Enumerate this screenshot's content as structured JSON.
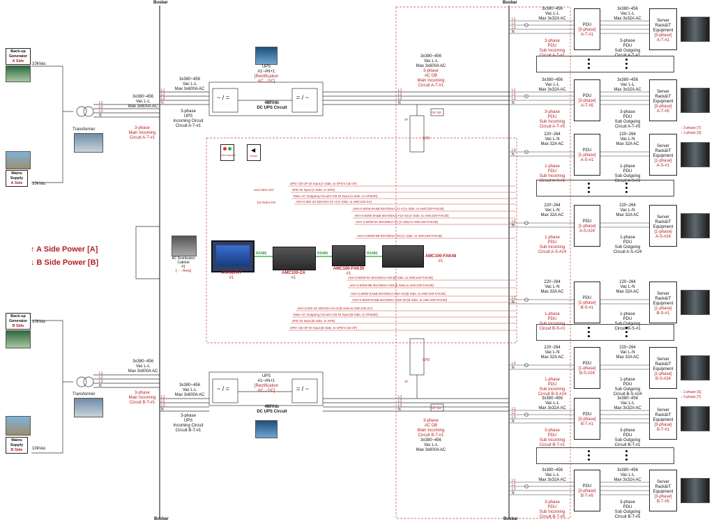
{
  "busbar": "Busbar",
  "legend": {
    "a": "↑ A Side Power [A]",
    "b": "↓ B Side Power [B]"
  },
  "phase_l1": "L1",
  "phase_l2": "L2",
  "phase_l3": "L3",
  "phase_n": "N",
  "a_side": {
    "generator": {
      "line1": "Back-up",
      "line2": "Generator",
      "side": "A Side",
      "voltage": "10kVac"
    },
    "mains": {
      "line1": "Mains",
      "line2": "Supply",
      "side": "A Side",
      "voltage": "10kVac"
    },
    "transformer": "Transformer",
    "main_rating": {
      "line1": "3x380~456",
      "line2": "Vac L-L",
      "line3": "Max 3x800A AC"
    },
    "main_circuit": {
      "line1": "3-phase",
      "line2": "Main Incoming",
      "line3": "Circuit A-T-#1"
    },
    "ups_rating": {
      "line1": "3x380~456",
      "line2": "Vac L-L",
      "line3": "Max 3x600A AC"
    },
    "ups_circuit": {
      "line1": "3-phase",
      "line2": "UPS",
      "line3": "Incoming Circuit",
      "line4": "Circuit A-T-#1"
    },
    "ups": {
      "line1": "UPS",
      "line2": "#1~#N+1",
      "line3": "[Rectification",
      "line4": "AC→DC]"
    },
    "dc": {
      "line1": "480Vdc",
      "line2": "DC UPS Circuit"
    },
    "acdb": {
      "line1": "3x380~456",
      "line2": "Vac L-L",
      "line3": "Max 3x600A AC",
      "line4": "3-phase",
      "line5": "AC DB",
      "line6": "Main Incoming",
      "line7": "Circuit A-T-#1"
    }
  },
  "b_side": {
    "generator": {
      "line1": "Back-up",
      "line2": "Generator",
      "side": "B Side",
      "voltage": "10kVac"
    },
    "mains": {
      "line1": "Mains",
      "line2": "Supply",
      "side": "B Side",
      "voltage": "10kVac"
    },
    "transformer": "Transformer",
    "main_rating": {
      "line1": "3x380~456",
      "line2": "Vac L-L",
      "line3": "Max 3x800A AC"
    },
    "main_circuit": {
      "line1": "3-phase",
      "line2": "Main Incoming",
      "line3": "Circuit B-T-#1"
    },
    "ups_rating": {
      "line1": "3x380~456",
      "line2": "Vac L-L",
      "line3": "Max 3x600A AC"
    },
    "ups_circuit": {
      "line1": "3-phase",
      "line2": "UPS",
      "line3": "Incoming Circuit",
      "line4": "Circuit B-T-#1"
    },
    "ups": {
      "line1": "UPS",
      "line2": "#1~#N+1",
      "line3": "[Rectification",
      "line4": "AC→DC]"
    },
    "dc": {
      "line1": "480Vdc",
      "line2": "DC UPS Circuit"
    },
    "acdb": {
      "line1": "3-phase",
      "line2": "AC DB",
      "line3": "Main Incoming",
      "line4": "Circuit B-T-#1",
      "line5": "3x380~456",
      "line6": "Vac L-L",
      "line7": "Max 3x600A AC"
    }
  },
  "devices": {
    "atp": {
      "name": "ATP007KT",
      "num": "#1"
    },
    "amc_za": {
      "name": "AMC100-ZA",
      "num": "#1"
    },
    "fak30": {
      "name": "AMC100-FAK30",
      "num": "#1"
    },
    "fak48": {
      "name": "AMC100-FAK48",
      "num": "#1"
    },
    "rs485": "RS485",
    "led": "LED indicator",
    "buzzer": "Buzzer",
    "do2": "2nd Alarm DO",
    "do1": "1st Alarm DO",
    "cabinet": {
      "line1": "AC Distribution",
      "line2": "Cabinet",
      "line3": "#1",
      "line4": "[- - - Area]"
    },
    "spd": "SPD",
    "of_sd": "OF SD",
    "sf": "SF"
  },
  "signals": [
    "SPD' CB OF DI Input [A Side, to SPD's CB OF]",
    "SPD DI Input [A Side, to SPD]",
    "Main AC Outgoing Circuit's CB DI Input [A Side, to OF&SD]",
    "AKH-0.66/I 40 400A/5A #1~3 [A Side, to AMC100-ZA]",
    "AKH-0.66/W-9A&B 50A/50mA #1~3 [A Side, to AMC100-FAK30]",
    "AKH-0.66/W 9A&B 50A/50mA #13~15 [A Side, to AMC100-FAK30]",
    "AKH-0.66/W-9A 50A/50mA #1 [A Side,to AMC100-FAK48]",
    "AKH-0.66/W-9B 50A/50mA #24 [A Side, to AMC100-FAK48]",
    "AKH-0.66/W-9A 50A/50mA #25 [B Side, to AMC100-FAK48]",
    "AKH-0.66/W-9B 50A/50mA #48 [B Side,to AMC100-FAK48]",
    "AKH-0.66/W 9A&B 50A/50mA #16~18 [B Side, to AMC100-FAK30]",
    "AKH-0.66/W-9A&B 50A/50mA #28~30 [B Side, to AMC100-FAK30]",
    "AKH-0.66/I 40 400A/5A #4~6 [B Side,to AMC100-ZA]",
    "Main AC Outgoing Circuit's CB DI Input [B Side, to OF&SD]",
    "SPD DI Input [B Side, to SPD]",
    "SPD' CB OF DI Input [B Side, to SPD's CB OF]"
  ],
  "rows": [
    {
      "volt": "3x380~456",
      "volt2": "Vac L-L",
      "max": "Max 3x32A AC",
      "circ1": "3-phase",
      "circ2": "PDU",
      "circ3": "Sub Incoming",
      "circ4": "Circuit A-T-#1",
      "pdu1": "PDU",
      "pdu2": "[3-phase]",
      "pdu3": "A-T-#1",
      "ovolt": "3x380~456",
      "ovolt2": "Vac L-L",
      "omax": "Max 3x32A AC",
      "ocirc1": "3-phase",
      "ocirc2": "PDU",
      "ocirc3": "Sub Outgoing",
      "ocirc4": "Circuit A-T-#1",
      "srv1": "Server",
      "srv2": "Rack&IT",
      "srv3": "Equipment",
      "srv4": "[3-phase]",
      "srv5": "A-T-#1"
    },
    {
      "volt": "3x380~456",
      "volt2": "Vac L-L",
      "max": "Max 3x32A AC",
      "circ1": "3-phase",
      "circ2": "PDU",
      "circ3": "Sub Incoming",
      "circ4": "Circuit A-T-#5",
      "pdu1": "PDU",
      "pdu2": "[3-phase]",
      "pdu3": "A-T-#5",
      "ovolt": "3x380~456",
      "ovolt2": "Vac L-L",
      "omax": "Max 3x32A AC",
      "ocirc1": "3-phase",
      "ocirc2": "PDU",
      "ocirc3": "Sub Outgoing",
      "ocirc4": "Circuit A-T-#5",
      "srv1": "Server",
      "srv2": "Rack&IT",
      "srv3": "Equipment",
      "srv4": "[3-phase]",
      "srv5": "A-T-#5"
    },
    {
      "volt": "220~264",
      "volt2": "Vac L-N",
      "max": "Max 32A AC",
      "circ1": "1-phase",
      "circ2": "PDU",
      "circ3": "Sub Incoming",
      "circ4": "Circuit A-S-#1",
      "pdu1": "PDU",
      "pdu2": "[1-phase]",
      "pdu3": "A-S-#1",
      "ovolt": "220~264",
      "ovolt2": "Vac L-N",
      "omax": "Max 32A AC",
      "ocirc1": "1-phase",
      "ocirc2": "PDU",
      "ocirc3": "Sub Outgoing",
      "ocirc4": "Circuit A-S-#1",
      "srv1": "Server",
      "srv2": "Rack&IT",
      "srv3": "Equipment",
      "srv4": "[1-phase]",
      "srv5": "A-S-#1"
    },
    {
      "volt": "220~264",
      "volt2": "Vac L-N",
      "max": "Max 32A AC",
      "circ1": "1-phase",
      "circ2": "PDU",
      "circ3": "Sub Incoming",
      "circ4": "Circuit A-S-#24",
      "pdu1": "PDU",
      "pdu2": "[1-phase]",
      "pdu3": "A-S-#24",
      "ovolt": "220~264",
      "ovolt2": "Vac L-N",
      "omax": "Max 32A AC",
      "ocirc1": "1-phase",
      "ocirc2": "PDU",
      "ocirc3": "Sub Outgoing",
      "ocirc4": "Circuit A-S-#24",
      "srv1": "Server",
      "srv2": "Rack&IT",
      "srv3": "Equipment",
      "srv4": "[1-phase]",
      "srv5": "A-S-#24"
    },
    {
      "volt": "220~264",
      "volt2": "Vac L-N",
      "max": "Max 32A AC",
      "circ1": "1-phase",
      "circ2": "PDU",
      "circ3": "Sub Incoming",
      "circ4": "Circuit B-S-#1",
      "pdu1": "PDU",
      "pdu2": "[1-phase]",
      "pdu3": "B-S-#1",
      "ovolt": "220~264",
      "ovolt2": "Vac L-N",
      "omax": "Max 32A AC",
      "ocirc1": "1-phase",
      "ocirc2": "PDU",
      "ocirc3": "Sub Outgoing",
      "ocirc4": "Circuit B-S-#1",
      "srv1": "Server",
      "srv2": "Rack&IT",
      "srv3": "Equipment",
      "srv4": "[1-phase]",
      "srv5": "B-S-#1"
    },
    {
      "volt": "220~264",
      "volt2": "Vac L-N",
      "max": "Max 32A AC",
      "circ1": "1-phase",
      "circ2": "PDU",
      "circ3": "Sub Incoming",
      "circ4": "Circuit B-S-#24",
      "pdu1": "PDU",
      "pdu2": "[1-phase]",
      "pdu3": "B-S-#24",
      "ovolt": "220~264",
      "ovolt2": "Vac L-N",
      "omax": "Max 32A AC",
      "ocirc1": "1-phase",
      "ocirc2": "PDU",
      "ocirc3": "Sub Outgoing",
      "ocirc4": "Circuit B-S-#24",
      "srv1": "Server",
      "srv2": "Rack&IT",
      "srv3": "Equipment",
      "srv4": "[1-phase]",
      "srv5": "B-S-#24"
    },
    {
      "volt": "3x380~456",
      "volt2": "Vac L-L",
      "max": "Max 3x32A AC",
      "circ1": "3-phase",
      "circ2": "PDU",
      "circ3": "Sub Incoming",
      "circ4": "Circuit B-T-#1",
      "pdu1": "PDU",
      "pdu2": "[3-phase]",
      "pdu3": "B-T-#1",
      "ovolt": "3x380~456",
      "ovolt2": "Vac L-L",
      "omax": "Max 3x32A AC",
      "ocirc1": "3-phase",
      "ocirc2": "PDU",
      "ocirc3": "Sub Outgoing",
      "ocirc4": "Circuit B-T-#1",
      "srv1": "Server",
      "srv2": "Rack&IT",
      "srv3": "Equipment",
      "srv4": "[3-phase]",
      "srv5": "B-T-#1"
    },
    {
      "volt": "3x380~456",
      "volt2": "Vac L-L",
      "max": "Max 3x32A AC",
      "circ1": "3-phase",
      "circ2": "PDU",
      "circ3": "Sub Incoming",
      "circ4": "Circuit B-T-#5",
      "pdu1": "PDU",
      "pdu2": "[3-phase]",
      "pdu3": "B-T-#5",
      "ovolt": "3x380~456",
      "ovolt2": "Vac L-L",
      "omax": "Max 3x32A AC",
      "ocirc1": "3-phase",
      "ocirc2": "PDU",
      "ocirc3": "Sub Outgoing",
      "ocirc4": "Circuit B-T-#5",
      "srv1": "Server",
      "srv2": "Rack&IT",
      "srv3": "Equipment",
      "srv4": "[3-phase]",
      "srv5": "B-T-#5"
    }
  ],
  "phase_tags": {
    "t_up": "↑ 3-phase [T]",
    "s_down": "↓ 1-phase [S]",
    "s_up": "↑ 1-phase [S]",
    "t_down": "↓ 3-phase [T]"
  },
  "colors": {
    "accent_red": "#b32020",
    "wire": "#333333",
    "monitor_line": "#c44a4a",
    "rs485_green": "#2e9e3a"
  }
}
